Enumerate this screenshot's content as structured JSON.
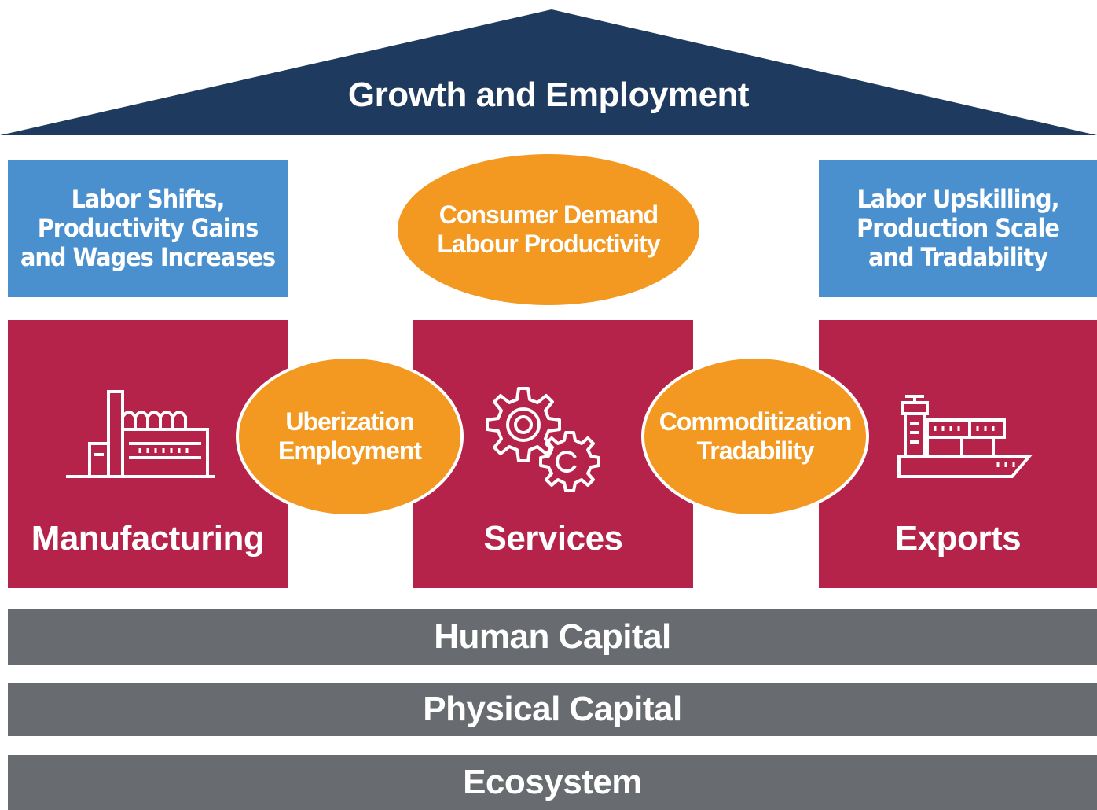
{
  "roof": {
    "title": "Growth and Employment"
  },
  "pillar_notes": {
    "left": [
      "Labor Shifts,",
      "Productivity Gains",
      "and Wages Increases"
    ],
    "right": [
      "Labor Upskilling,",
      "Production Scale",
      "and Tradability"
    ]
  },
  "ovals": {
    "top": [
      "Consumer Demand",
      "Labour Productivity"
    ],
    "left": [
      "Uberization",
      "Employment"
    ],
    "right": [
      "Commoditization",
      "Tradability"
    ]
  },
  "pillars": {
    "manufacturing": {
      "label": "Manufacturing",
      "icon": "factory-icon"
    },
    "services": {
      "label": "Services",
      "icon": "gears-icon"
    },
    "exports": {
      "label": "Exports",
      "icon": "cargo-ship-icon"
    }
  },
  "foundations": [
    "Human Capital",
    "Physical Capital",
    "Ecosystem"
  ],
  "colors": {
    "roof": "#1f3a5f",
    "note_blue": "#4a90cf",
    "pillar_red": "#b5234a",
    "oval_orange": "#f39820",
    "foundation_gray": "#686c70"
  }
}
